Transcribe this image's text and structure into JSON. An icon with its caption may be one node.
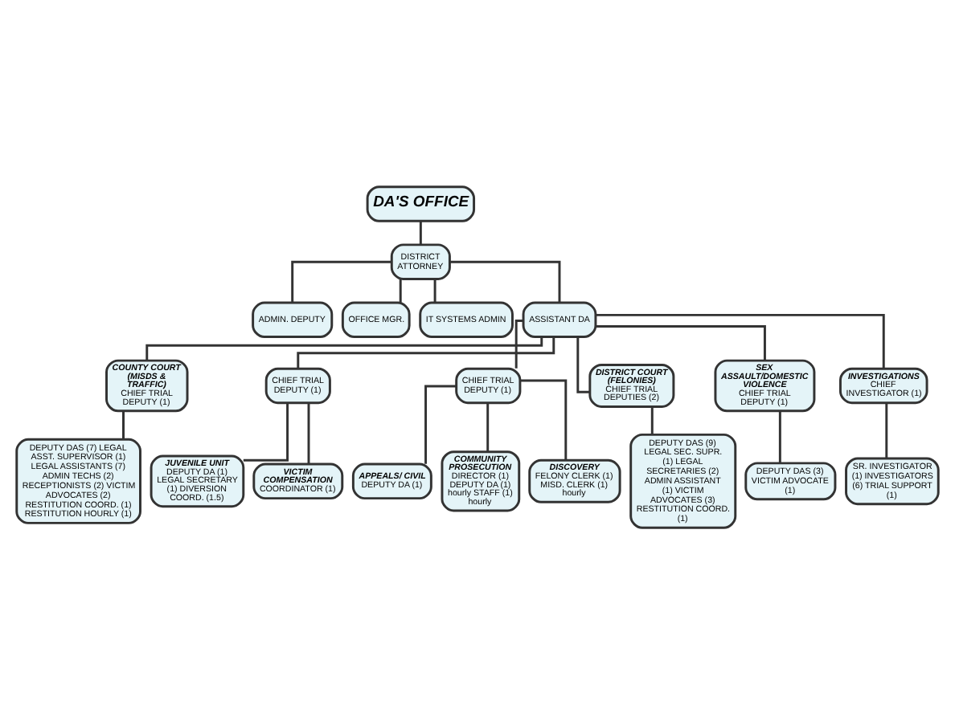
{
  "diagram": {
    "nodes": [
      {
        "text": [
          "DA'S OFFICE"
        ]
      },
      {
        "text": [
          "DISTRICT ATTORNEY"
        ]
      },
      {
        "text": [
          "ADMIN. DEPUTY"
        ]
      },
      {
        "text": [
          "OFFICE MGR."
        ]
      },
      {
        "text": [
          "IT SYSTEMS ADMIN"
        ]
      },
      {
        "text": [
          "ASSISTANT DA"
        ]
      },
      {
        "text": [
          "COUNTY COURT (MISDS & TRAFFIC)",
          "CHIEF TRIAL DEPUTY (1)"
        ]
      },
      {
        "text": [
          "CHIEF TRIAL DEPUTY (1)"
        ]
      },
      {
        "text": [
          "CHIEF TRIAL DEPUTY (1)"
        ]
      },
      {
        "text": [
          "DISTRICT COURT (FELONIES)",
          "CHIEF TRIAL DEPUTIES (2)"
        ]
      },
      {
        "text": [
          "SEX ASSAULT/DOMESTIC VIOLENCE",
          "CHIEF TRIAL DEPUTY (1)"
        ]
      },
      {
        "text": [
          "INVESTIGATIONS",
          "CHIEF INVESTIGATOR (1)"
        ]
      },
      {
        "text": [
          "DEPUTY DAS (7) LEGAL ASST. SUPERVISOR (1) LEGAL ASSISTANTS (7) ADMIN TECHS (2) RECEPTIONISTS (2) VICTIM ADVOCATES (2) RESTITUTION COORD. (1) RESTITUTION HOURLY (1)"
        ]
      },
      {
        "text": [
          "JUVENILE UNIT",
          "DEPUTY DA (1) LEGAL SECRETARY (1) DIVERSION COORD. (1.5)"
        ]
      },
      {
        "text": [
          "VICTIM COMPENSATION",
          "COORDINATOR (1)"
        ]
      },
      {
        "text": [
          "APPEALS/ CIVIL",
          "DEPUTY DA (1)"
        ]
      },
      {
        "text": [
          "COMMUNITY PROSECUTION",
          "DIRECTOR (1) DEPUTY DA (1) hourly STAFF (1) hourly"
        ]
      },
      {
        "text": [
          "DISCOVERY",
          "FELONY CLERK (1) MISD. CLERK (1) hourly"
        ]
      },
      {
        "text": [
          "DEPUTY DAS (9) LEGAL SEC. SUPR. (1) LEGAL SECRETARIES (2) ADMIN ASSISTANT (1) VICTIM ADVOCATES (3) RESTITUTION COORD. (1)"
        ]
      },
      {
        "text": [
          "DEPUTY DAS (3) VICTIM ADVOCATE (1)"
        ]
      },
      {
        "text": [
          "SR. INVESTIGATOR (1) INVESTIGATORS (6) TRIAL SUPPORT (1)"
        ]
      }
    ],
    "edges": [
      {
        "from": 0,
        "to": 1,
        "arrow": "none"
      },
      {
        "from": 1,
        "to": 2,
        "arrow": "none"
      },
      {
        "from": 1,
        "to": 3,
        "arrow": "none"
      },
      {
        "from": 1,
        "to": 4,
        "arrow": "none"
      },
      {
        "from": 1,
        "to": 5,
        "arrow": "none"
      },
      {
        "from": 5,
        "to": 6,
        "arrow": "none"
      },
      {
        "from": 5,
        "to": 7,
        "arrow": "none"
      },
      {
        "from": 5,
        "to": 8,
        "arrow": "none"
      },
      {
        "from": 5,
        "to": 9,
        "arrow": "none"
      },
      {
        "from": 5,
        "to": 10,
        "arrow": "none"
      },
      {
        "from": 5,
        "to": 11,
        "arrow": "none"
      },
      {
        "from": 6,
        "to": 12,
        "arrow": "none"
      },
      {
        "from": 7,
        "to": 13,
        "arrow": "none"
      },
      {
        "from": 7,
        "to": 14,
        "arrow": "none"
      },
      {
        "from": 8,
        "to": 15,
        "arrow": "none"
      },
      {
        "from": 8,
        "to": 16,
        "arrow": "none"
      },
      {
        "from": 8,
        "to": 17,
        "arrow": "none"
      },
      {
        "from": 9,
        "to": 18,
        "arrow": "none"
      },
      {
        "from": 10,
        "to": 19,
        "arrow": "none"
      },
      {
        "from": 11,
        "to": 20,
        "arrow": "none"
      }
    ]
  }
}
